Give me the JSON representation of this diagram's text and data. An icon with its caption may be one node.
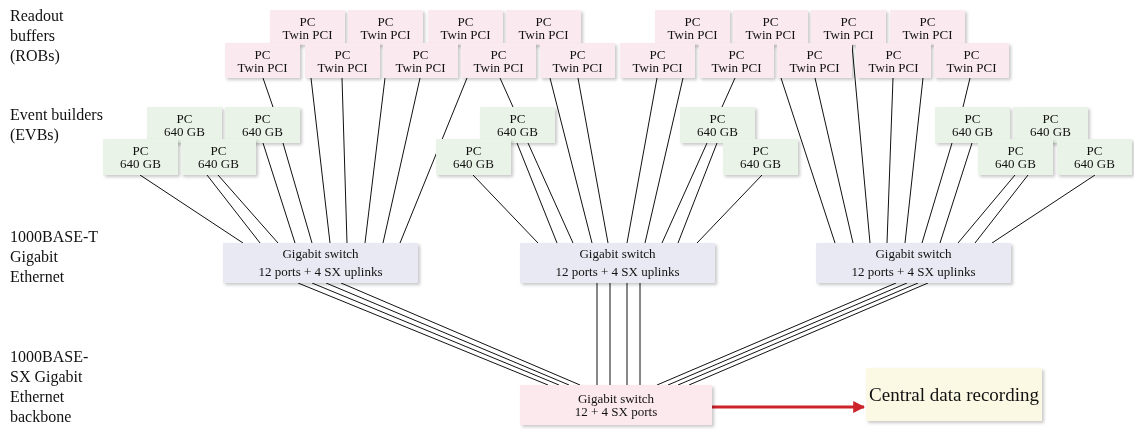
{
  "diagram": {
    "nodes": [
      {
        "text": [
          "PC",
          "Twin PCI"
        ]
      },
      {
        "text": [
          "PC",
          "Twin PCI"
        ]
      },
      {
        "text": [
          "PC",
          "Twin PCI"
        ]
      },
      {
        "text": [
          "PC",
          "Twin PCI"
        ]
      },
      {
        "text": [
          "PC",
          "Twin PCI"
        ]
      },
      {
        "text": [
          "PC",
          "Twin PCI"
        ]
      },
      {
        "text": [
          "PC",
          "Twin PCI"
        ]
      },
      {
        "text": [
          "PC",
          "Twin PCI"
        ]
      },
      {
        "text": [
          "PC",
          "Twin PCI"
        ]
      },
      {
        "text": [
          "PC",
          "Twin PCI"
        ]
      },
      {
        "text": [
          "PC",
          "Twin PCI"
        ]
      },
      {
        "text": [
          "PC",
          "Twin PCI"
        ]
      },
      {
        "text": [
          "PC",
          "Twin PCI"
        ]
      },
      {
        "text": [
          "PC",
          "Twin PCI"
        ]
      },
      {
        "text": [
          "PC",
          "Twin PCI"
        ]
      },
      {
        "text": [
          "PC",
          "Twin PCI"
        ]
      },
      {
        "text": [
          "PC",
          "Twin PCI"
        ]
      },
      {
        "text": [
          "PC",
          "Twin PCI"
        ]
      },
      {
        "text": [
          "PC",
          "640 GB"
        ]
      },
      {
        "text": [
          "PC",
          "640 GB"
        ]
      },
      {
        "text": [
          "PC",
          "640 GB"
        ]
      },
      {
        "text": [
          "PC",
          "640 GB"
        ]
      },
      {
        "text": [
          "PC",
          "640 GB"
        ]
      },
      {
        "text": [
          "PC",
          "640 GB"
        ]
      },
      {
        "text": [
          "PC",
          "640 GB"
        ]
      },
      {
        "text": [
          "PC",
          "640 GB"
        ]
      },
      {
        "text": [
          "PC",
          "640 GB"
        ]
      },
      {
        "text": [
          "PC",
          "640 GB"
        ]
      },
      {
        "text": [
          "PC",
          "640 GB"
        ]
      },
      {
        "text": [
          "PC",
          "640 GB"
        ]
      },
      {
        "text": [
          "Gigabit switch",
          "12 ports + 4 SX uplinks"
        ]
      },
      {
        "text": [
          "Gigabit switch",
          "12 ports + 4 SX uplinks"
        ]
      },
      {
        "text": [
          "Gigabit switch",
          "12 ports + 4 SX uplinks"
        ]
      },
      {
        "text": [
          "Gigabit switch",
          "12 + 4 SX ports"
        ]
      },
      {
        "text": [
          "Central data recording"
        ]
      }
    ],
    "edges": [
      {
        "from": 24,
        "to": 30,
        "arrow": "none"
      },
      {
        "from": 25,
        "to": 30,
        "arrow": "none"
      },
      {
        "from": 25,
        "to": 30,
        "arrow": "none"
      },
      {
        "from": 19,
        "to": 30,
        "arrow": "none"
      },
      {
        "from": 19,
        "to": 30,
        "arrow": "none"
      },
      {
        "from": 8,
        "to": 19,
        "arrow": "none"
      },
      {
        "from": 9,
        "to": 30,
        "arrow": "none"
      },
      {
        "from": 9,
        "to": 30,
        "arrow": "none"
      },
      {
        "from": 10,
        "to": 30,
        "arrow": "none"
      },
      {
        "from": 10,
        "to": 30,
        "arrow": "none"
      },
      {
        "from": 11,
        "to": 30,
        "arrow": "none"
      },
      {
        "from": 26,
        "to": 31,
        "arrow": "none"
      },
      {
        "from": 20,
        "to": 31,
        "arrow": "none"
      },
      {
        "from": 20,
        "to": 31,
        "arrow": "none"
      },
      {
        "from": 11,
        "to": 20,
        "arrow": "none"
      },
      {
        "from": 12,
        "to": 31,
        "arrow": "none"
      },
      {
        "from": 12,
        "to": 31,
        "arrow": "none"
      },
      {
        "from": 13,
        "to": 31,
        "arrow": "none"
      },
      {
        "from": 13,
        "to": 31,
        "arrow": "none"
      },
      {
        "from": 14,
        "to": 21,
        "arrow": "none"
      },
      {
        "from": 21,
        "to": 31,
        "arrow": "none"
      },
      {
        "from": 21,
        "to": 31,
        "arrow": "none"
      },
      {
        "from": 27,
        "to": 31,
        "arrow": "none"
      },
      {
        "from": 15,
        "to": 32,
        "arrow": "none"
      },
      {
        "from": 15,
        "to": 32,
        "arrow": "none"
      },
      {
        "from": 6,
        "to": 32,
        "arrow": "none"
      },
      {
        "from": 16,
        "to": 32,
        "arrow": "none"
      },
      {
        "from": 16,
        "to": 32,
        "arrow": "none"
      },
      {
        "from": 17,
        "to": 22,
        "arrow": "none"
      },
      {
        "from": 22,
        "to": 32,
        "arrow": "none"
      },
      {
        "from": 22,
        "to": 32,
        "arrow": "none"
      },
      {
        "from": 28,
        "to": 32,
        "arrow": "none"
      },
      {
        "from": 28,
        "to": 32,
        "arrow": "none"
      },
      {
        "from": 29,
        "to": 32,
        "arrow": "none"
      },
      {
        "from": 30,
        "to": 33,
        "arrow": "none"
      },
      {
        "from": 30,
        "to": 33,
        "arrow": "none"
      },
      {
        "from": 30,
        "to": 33,
        "arrow": "none"
      },
      {
        "from": 30,
        "to": 33,
        "arrow": "none"
      },
      {
        "from": 31,
        "to": 33,
        "arrow": "none"
      },
      {
        "from": 31,
        "to": 33,
        "arrow": "none"
      },
      {
        "from": 31,
        "to": 33,
        "arrow": "none"
      },
      {
        "from": 31,
        "to": 33,
        "arrow": "none"
      },
      {
        "from": 32,
        "to": 33,
        "arrow": "none"
      },
      {
        "from": 32,
        "to": 33,
        "arrow": "none"
      },
      {
        "from": 32,
        "to": 33,
        "arrow": "none"
      },
      {
        "from": 32,
        "to": 33,
        "arrow": "none"
      },
      {
        "from": 33,
        "to": 34,
        "arrow": "to",
        "style": "thick",
        "color": "#cc2229"
      }
    ],
    "labels": [
      "Readout buffers (ROBs)",
      "Event builders (EVBs)",
      "1000BASE-T Gigabit Ethernet",
      "1000BASE-SX Gigabit Ethernet backbone"
    ]
  }
}
